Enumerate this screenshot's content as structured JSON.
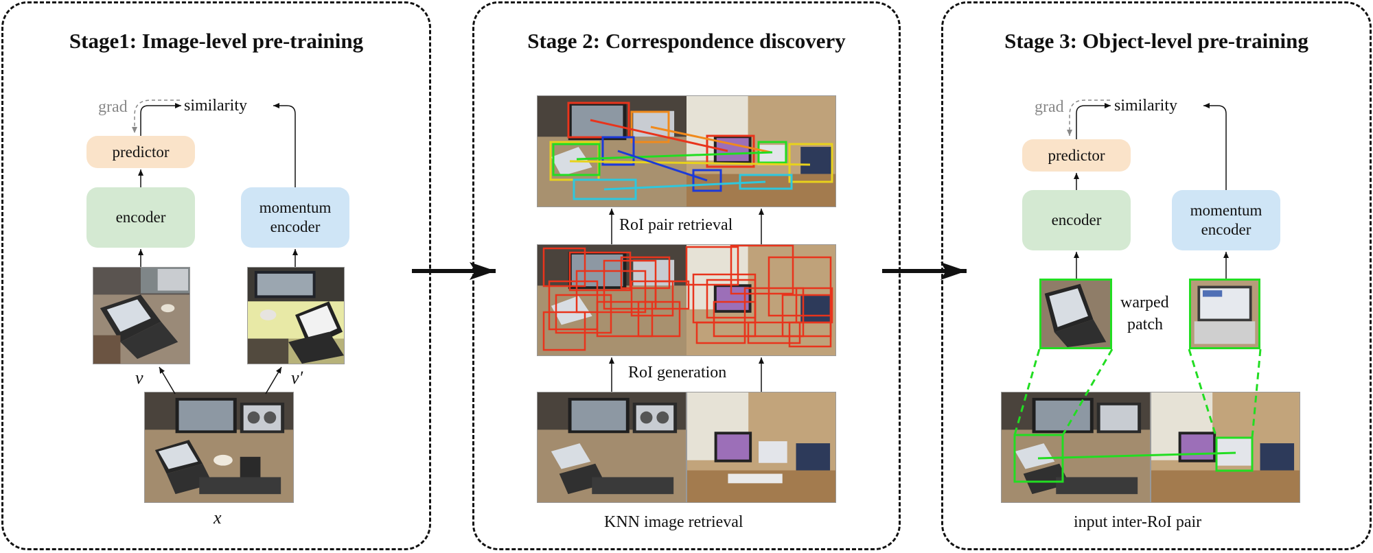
{
  "stage1": {
    "title": "Stage1: Image-level pre-training",
    "grad": "grad",
    "similarity": "similarity",
    "predictor": "predictor",
    "encoder": "encoder",
    "momentum_line1": "momentum",
    "momentum_line2": "encoder",
    "view1": "v",
    "view2": "v′",
    "input": "x"
  },
  "stage2": {
    "title": "Stage 2: Correspondence discovery",
    "roi_pair_retrieval": "RoI pair retrieval",
    "roi_generation": "RoI generation",
    "knn_retrieval": "KNN image retrieval"
  },
  "stage3": {
    "title": "Stage 3: Object-level pre-training",
    "grad": "grad",
    "similarity": "similarity",
    "predictor": "predictor",
    "encoder": "encoder",
    "momentum_line1": "momentum",
    "momentum_line2": "encoder",
    "warped_line1": "warped",
    "warped_line2": "patch",
    "input_pair": "input inter-RoI pair"
  },
  "colors": {
    "predictor": "#fae3c9",
    "encoder": "#d4e9d2",
    "momentum": "#cfe5f6",
    "roi_red": "#e8341c",
    "roi_green": "#22dd22"
  }
}
